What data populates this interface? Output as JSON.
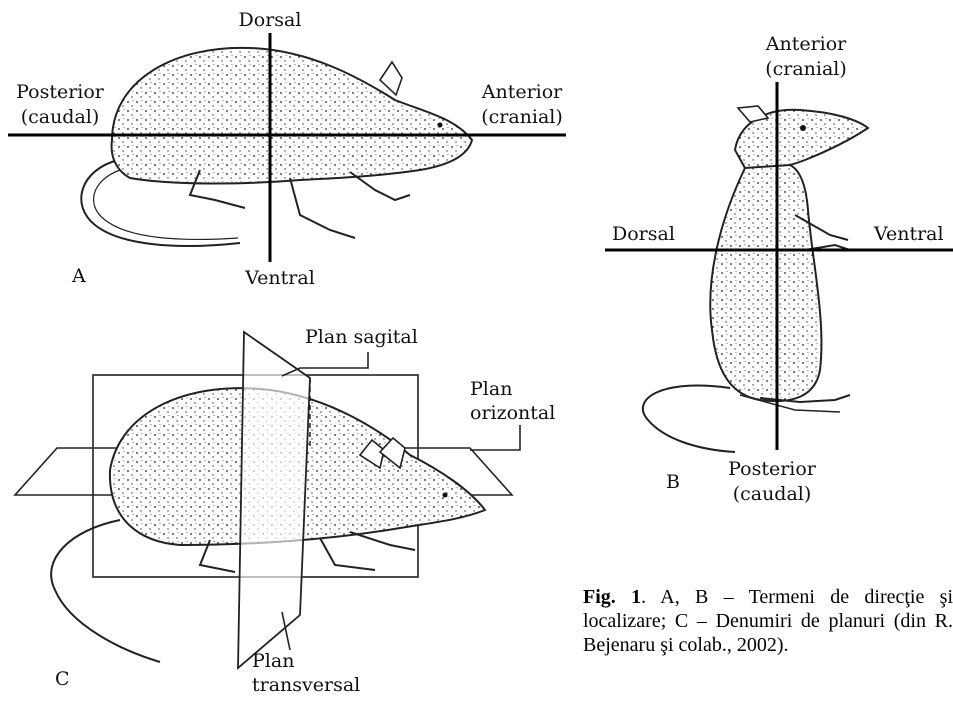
{
  "figure_a": {
    "letter": "A",
    "dorsal": "Dorsal",
    "ventral": "Ventral",
    "posterior": "Posterior",
    "posterior_sub": "(caudal)",
    "anterior": "Anterior",
    "anterior_sub": "(cranial)"
  },
  "figure_b": {
    "letter": "B",
    "anterior": "Anterior",
    "anterior_sub": "(cranial)",
    "posterior": "Posterior",
    "posterior_sub": "(caudal)",
    "dorsal": "Dorsal",
    "ventral": "Ventral"
  },
  "figure_c": {
    "letter": "C",
    "sagital_line1": "Plan sagital",
    "orizontal_line1": "Plan",
    "orizontal_line2": "orizontal",
    "transversal_line1": "Plan",
    "transversal_line2": "transversal"
  },
  "caption": {
    "fig_label": "Fig. 1",
    "text": ". A,   B – Termeni de direcţie şi localizare; C – Denumiri de planuri (din  R. Bejenaru şi colab., 2002)."
  }
}
